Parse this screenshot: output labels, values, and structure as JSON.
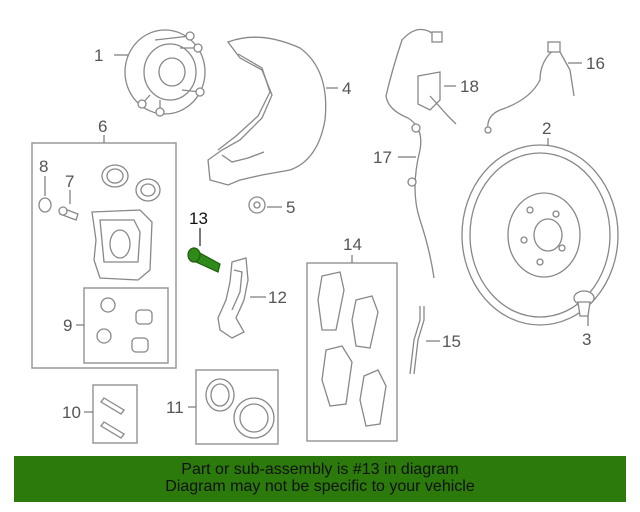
{
  "callouts": {
    "c1": "1",
    "c2": "2",
    "c3": "3",
    "c4": "4",
    "c5": "5",
    "c6": "6",
    "c7": "7",
    "c8": "8",
    "c9": "9",
    "c10": "10",
    "c11": "11",
    "c12": "12",
    "c13": "13",
    "c14": "14",
    "c15": "15",
    "c16": "16",
    "c17": "17",
    "c18": "18"
  },
  "highlight": {
    "part_number": "13",
    "color": "#2b7a0b"
  },
  "banner": {
    "line1": "Part or sub-assembly is #13 in diagram",
    "line2": "Diagram may not be specific to your vehicle",
    "background": "#2b7a0b"
  }
}
